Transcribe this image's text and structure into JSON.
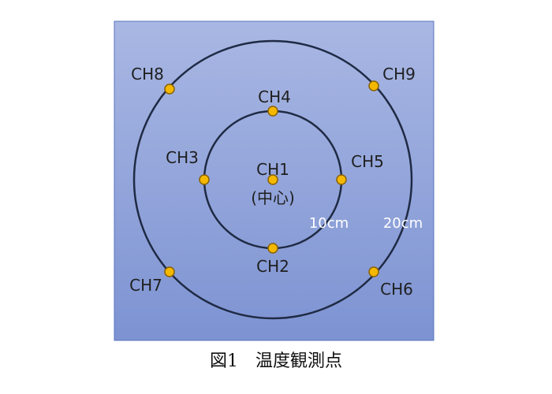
{
  "figure": {
    "caption": "図1　温度観測点",
    "distance_labels": {
      "inner": "10cm",
      "outer": "20cm"
    },
    "center_note": "(中心)",
    "channels": [
      {
        "id": "ch1",
        "label": "CH1"
      },
      {
        "id": "ch2",
        "label": "CH2"
      },
      {
        "id": "ch3",
        "label": "CH3"
      },
      {
        "id": "ch4",
        "label": "CH4"
      },
      {
        "id": "ch5",
        "label": "CH5"
      },
      {
        "id": "ch6",
        "label": "CH6"
      },
      {
        "id": "ch7",
        "label": "CH7"
      },
      {
        "id": "ch8",
        "label": "CH8"
      },
      {
        "id": "ch9",
        "label": "CH9"
      }
    ],
    "colors": {
      "panel_top": "#a9b7e3",
      "panel_bottom": "#7d93d2",
      "panel_border": "#5a74c0",
      "ring": "#1f2a44",
      "point_fill": "#f5b800",
      "point_stroke": "#8a6100"
    }
  }
}
